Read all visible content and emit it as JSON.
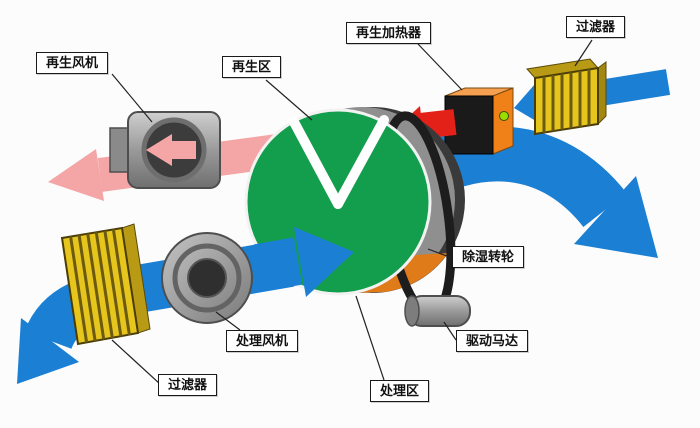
{
  "diagram": {
    "subject": "rotary desiccant dehumidifier schematic",
    "labels": {
      "regen_fan": "再生风机",
      "regen_zone": "再生区",
      "regen_heater": "再生加热器",
      "filter_top": "过滤器",
      "rotor": "除湿转轮",
      "drive_motor": "驱动马达",
      "process_fan": "处理风机",
      "filter_bottom": "过滤器",
      "process_zone": "处理区"
    },
    "colors": {
      "process_air_blue": "#1b7fd4",
      "regen_exhaust_pink": "#f4a6a6",
      "hot_air_red": "#e32119",
      "rotor_green": "#129e4d",
      "rotor_segment_white": "#ffffff",
      "heater_orange": "#f08018",
      "heater_front_black": "#1a1a1a",
      "heater_indicator_green": "#9ade00",
      "filter_yellow": "#e6c51d",
      "metal_gray": "#9a9a9a",
      "belt_black": "#1d1d1d",
      "background": "#fcfcfc"
    }
  }
}
